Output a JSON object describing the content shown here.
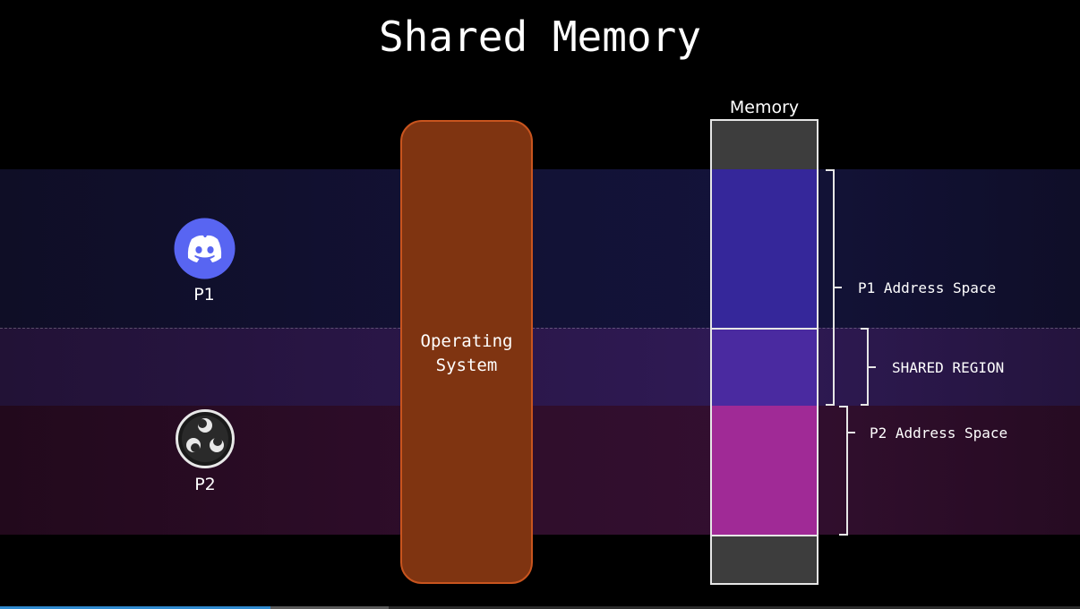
{
  "title": "Shared Memory",
  "processes": [
    {
      "label": "P1",
      "icon": "discord-icon"
    },
    {
      "label": "P2",
      "icon": "obs-icon"
    }
  ],
  "os_label_line1": "Operating",
  "os_label_line2": "System",
  "memory": {
    "title": "Memory",
    "labels": {
      "p1": "P1 Address Space",
      "shared": "SHARED REGION",
      "p2": "P2 Address Space"
    }
  },
  "colors": {
    "os": "#7f3411",
    "p1_region": "#35279a",
    "shared_region": "#4a2aa0",
    "p2_region": "#a02a96",
    "unused": "#3d3d3d",
    "discord": "#5865f2"
  },
  "video_progress": 0.25,
  "video_buffered": 0.36
}
